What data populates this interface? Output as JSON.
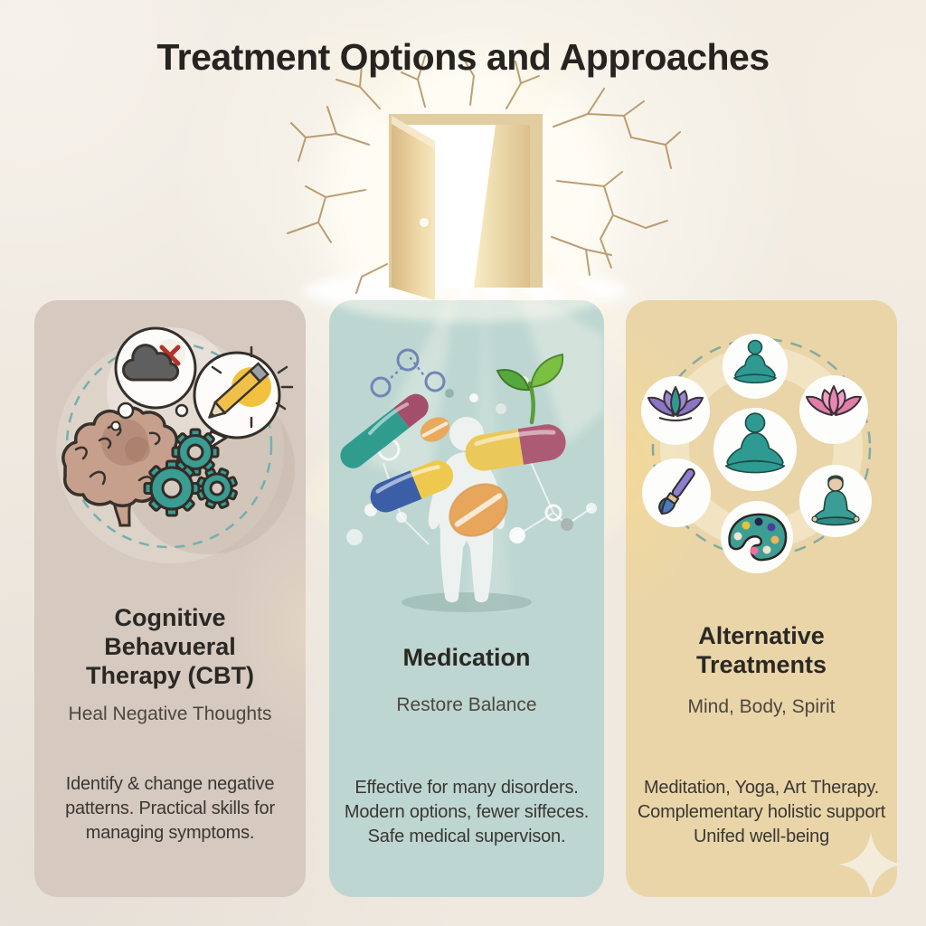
{
  "page": {
    "title": "Treatment Options and Approaches",
    "background_color": "#efe9e0"
  },
  "hero": {
    "icon": "open-door-with-light-icon",
    "motifs": [
      "wall-cracks",
      "light-rays",
      "glow"
    ]
  },
  "palette": {
    "title_text": "#272320",
    "body_text": "#3a3732",
    "card_cbt_bg": "#d5c9c0",
    "card_med_bg": "#bdd6d1",
    "card_alt_bg": "#e9d5a8",
    "teal_accent": "#349a91",
    "door_tan": "#e2cda0",
    "crack_brown": "#a9854f",
    "sparkle_cream": "#f3ecda"
  },
  "cards": [
    {
      "id": "cbt",
      "title": "Cognitive Behavueral Therapy (CBT)",
      "subtitle": "Heal Negative Thoughts",
      "body": "Identify & change negative patterns. Practical skills for managing symptoms.",
      "icons": [
        "brain-icon",
        "negative-thought-cloud-icon",
        "idea-pencil-bubble-icon",
        "gears-icon",
        "dashed-circle"
      ]
    },
    {
      "id": "medication",
      "title": "Medication",
      "subtitle": "Restore Balance",
      "body": "Effective for many disorders. Modern options, fewer siffeces. Safe medical supervison.",
      "icons": [
        "capsule-icons",
        "tablet-icons",
        "human-silhouette-icon",
        "sprout-icon",
        "molecule-icon"
      ]
    },
    {
      "id": "alternative",
      "title": "Alternative Treatments",
      "subtitle": "Mind, Body, Spirit",
      "body": "Meditation, Yoga, Art Therapy. Complementary holistic support Unifed well-being",
      "icons": [
        "meditation-silhouette-icon",
        "purple-lotus-icon",
        "pink-lotus-icon",
        "paintbrush-icon",
        "paint-palette-icon",
        "yoga-person-icon",
        "sparkle-icon",
        "dashed-circle"
      ]
    }
  ]
}
